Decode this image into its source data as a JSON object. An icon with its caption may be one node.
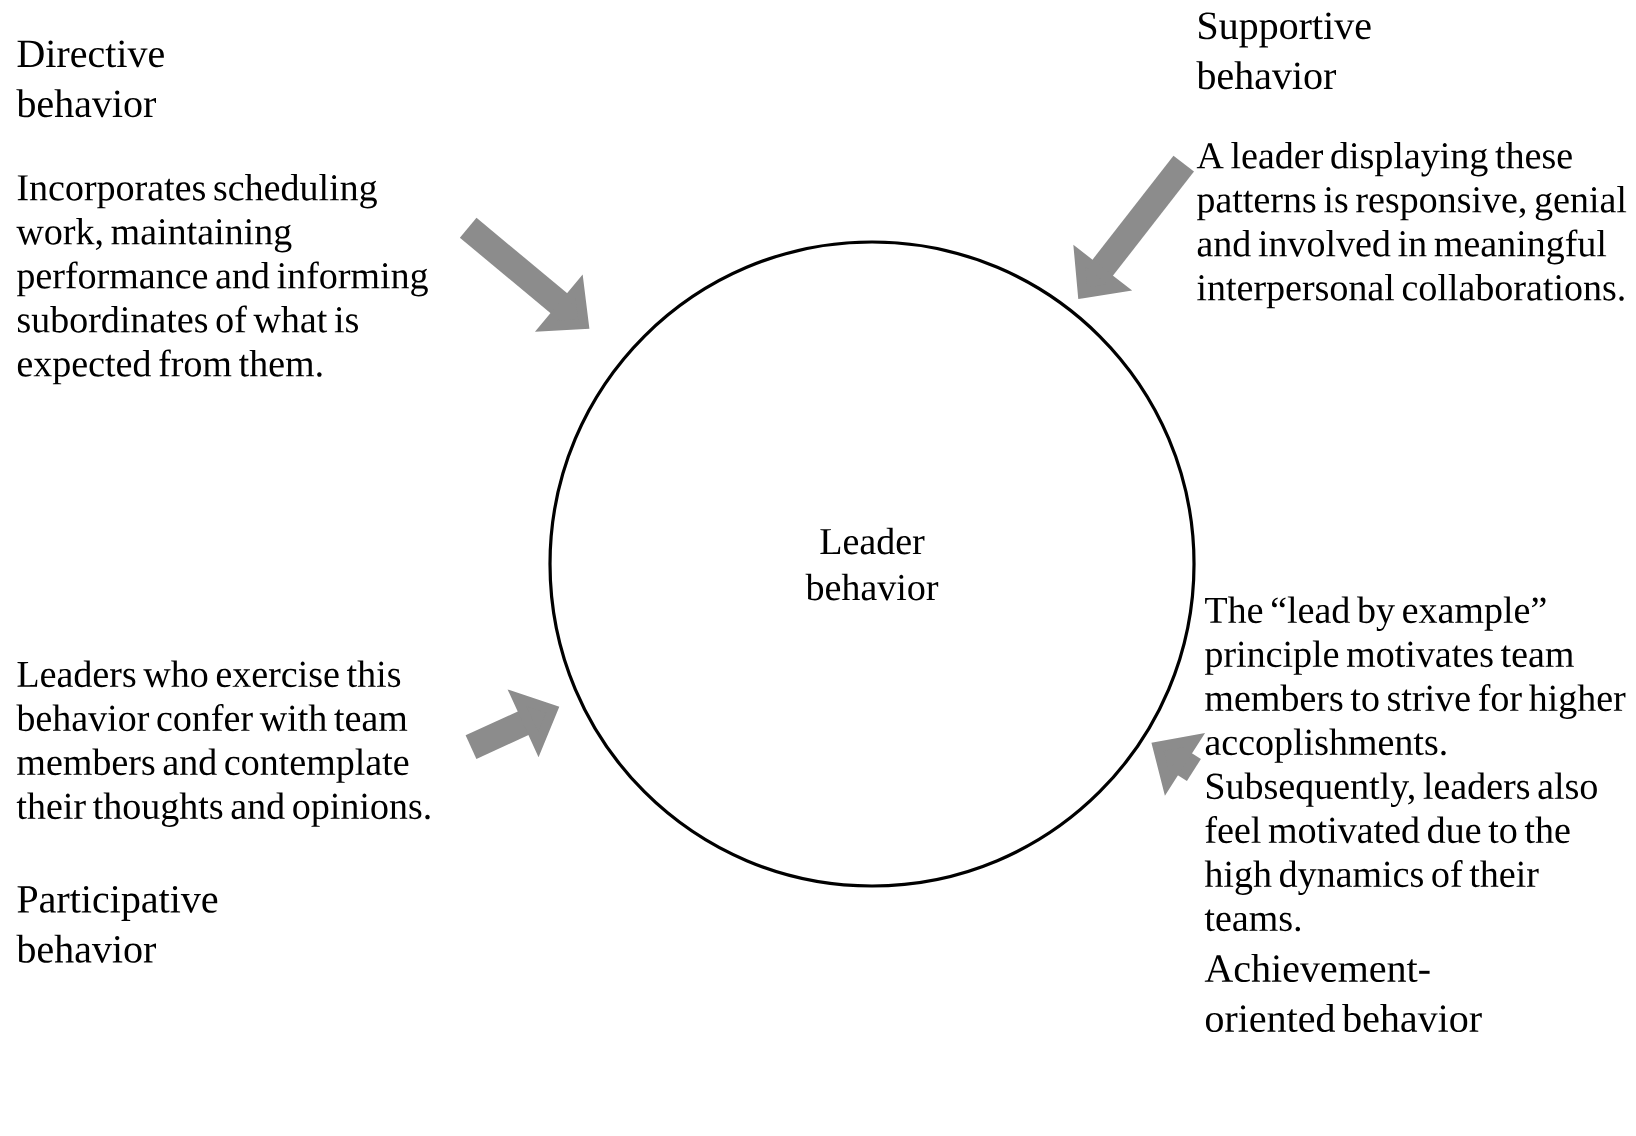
{
  "diagram": {
    "nodes": [
      {
        "text": [
          "Leader behavior"
        ]
      },
      {
        "text": [
          "Directive behavior",
          "Incorporates scheduling work, maintaining performance and informing subordinates of what is expected from them."
        ]
      },
      {
        "text": [
          "Supportive behavior",
          "A leader displaying these patterns is responsive, genial and involved in meaningful interpersonal collaborations."
        ]
      },
      {
        "text": [
          "Leaders who exercise this behavior confer with team members and contemplate their thoughts and opinions.",
          "Participative behavior"
        ]
      },
      {
        "text": [
          "The “lead by example” principle motivates team members to strive for higher accoplishments. Subsequently, leaders also feel motivated due to the high dynamics of their teams.",
          "Achievement-oriented behavior"
        ]
      }
    ],
    "edges": [
      {
        "from": 1,
        "to": 0,
        "arrow": "to"
      },
      {
        "from": 2,
        "to": 0,
        "arrow": "to"
      },
      {
        "from": 3,
        "to": 0,
        "arrow": "to"
      },
      {
        "from": 4,
        "to": 0,
        "arrow": "to"
      }
    ]
  }
}
